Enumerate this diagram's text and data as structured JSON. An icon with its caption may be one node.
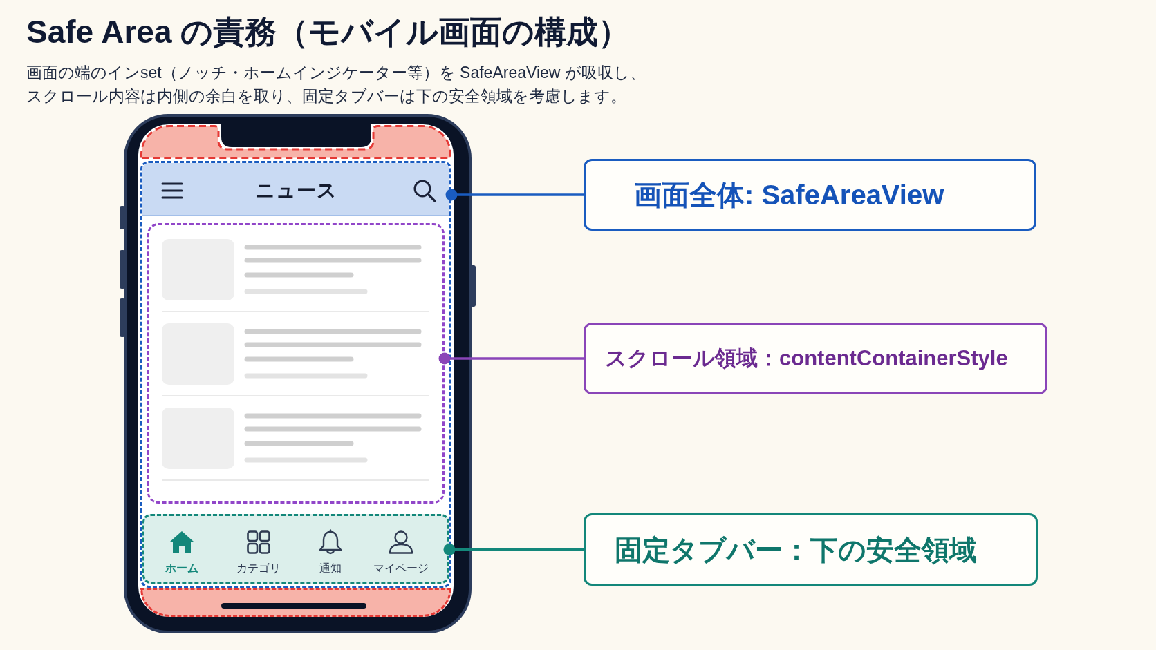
{
  "diagram": {
    "title": "Safe Area の責務（モバイル画面の構成）",
    "nodes": [
      {
        "text": [],
        "shape": "box"
      },
      {
        "text": [],
        "shape": "box"
      },
      {
        "text": [
          "ニュース"
        ],
        "in": 1
      },
      {
        "text": [],
        "shape": "box",
        "in": 1
      },
      {
        "text": [
          "ホーム",
          "カテゴリ",
          "通知",
          "マイページ"
        ],
        "in": 1
      },
      {
        "text": [],
        "shape": "box"
      },
      {
        "text": [
          "画面全体: SafeAreaView"
        ]
      },
      {
        "text": [
          "スクロール領域：contentContainerStyle"
        ]
      },
      {
        "text": [
          "固定タブバー：下の安全領域"
        ]
      }
    ],
    "edges": [
      {
        "from": 6,
        "to": 1,
        "arrow": "other",
        "color": "#1a5cc0"
      },
      {
        "from": 7,
        "to": 3,
        "arrow": "other",
        "color": "#8a45b8"
      },
      {
        "from": 8,
        "to": 4,
        "arrow": "other",
        "color": "#13877a"
      }
    ],
    "labels": [
      "画面の端のインset（ノッチ・ホームインジケーター等）を SafeAreaView が吸収し、スクロール内容は内側の余白を取り、固定タブバーは下の安全領域を考慮します。"
    ]
  }
}
